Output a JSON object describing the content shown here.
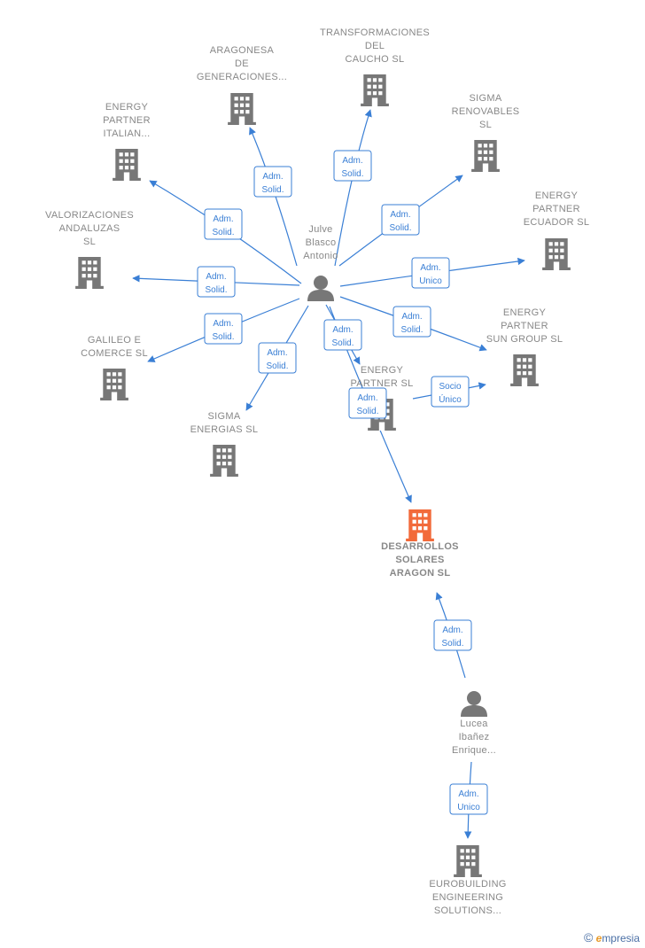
{
  "colors": {
    "edge": "#3a7fd5",
    "company": "#777777",
    "focus": "#f26a3a",
    "person": "#777777"
  },
  "nodes": [
    {
      "id": "julve",
      "type": "person",
      "label": [
        "Julve",
        "Blasco",
        "Antonio"
      ]
    },
    {
      "id": "lucea",
      "type": "person",
      "label": [
        "Lucea",
        "Ibañez",
        "Enrique..."
      ]
    },
    {
      "id": "desarrollos",
      "type": "focus",
      "label": [
        "DESARROLLOS",
        "SOLARES",
        "ARAGON  SL"
      ]
    },
    {
      "id": "aragonesa",
      "type": "company",
      "label": [
        "ARAGONESA",
        "DE",
        "GENERACIONES..."
      ]
    },
    {
      "id": "transformaciones",
      "type": "company",
      "label": [
        "TRANSFORMACIONES",
        "DEL",
        "CAUCHO  SL"
      ]
    },
    {
      "id": "sigma_renovables",
      "type": "company",
      "label": [
        "SIGMA",
        "RENOVABLES",
        "SL"
      ]
    },
    {
      "id": "ep_italian",
      "type": "company",
      "label": [
        "ENERGY",
        "PARTNER",
        "ITALIAN..."
      ]
    },
    {
      "id": "ep_ecuador",
      "type": "company",
      "label": [
        "ENERGY",
        "PARTNER",
        "ECUADOR SL"
      ]
    },
    {
      "id": "valorizaciones",
      "type": "company",
      "label": [
        "VALORIZACIONES",
        "ANDALUZAS",
        "SL"
      ]
    },
    {
      "id": "ep_sun",
      "type": "company",
      "label": [
        "ENERGY",
        "PARTNER",
        "SUN GROUP SL"
      ]
    },
    {
      "id": "galileo",
      "type": "company",
      "label": [
        "GALILEO E",
        "COMERCE  SL"
      ]
    },
    {
      "id": "ep_sl",
      "type": "company",
      "label": [
        "ENERGY",
        "PARTNER  SL"
      ]
    },
    {
      "id": "sigma_energias",
      "type": "company",
      "label": [
        "SIGMA",
        "ENERGIAS  SL"
      ]
    },
    {
      "id": "eurobuilding",
      "type": "company",
      "label": [
        "EUROBUILDING",
        "ENGINEERING",
        "SOLUTIONS..."
      ]
    }
  ],
  "edges": [
    {
      "from": "julve",
      "to": "aragonesa",
      "role": [
        "Adm.",
        "Solid."
      ]
    },
    {
      "from": "julve",
      "to": "transformaciones",
      "role": [
        "Adm.",
        "Solid."
      ]
    },
    {
      "from": "julve",
      "to": "sigma_renovables",
      "role": [
        "Adm.",
        "Solid."
      ]
    },
    {
      "from": "julve",
      "to": "ep_italian",
      "role": [
        "Adm.",
        "Solid."
      ]
    },
    {
      "from": "julve",
      "to": "ep_ecuador",
      "role": [
        "Adm.",
        "Unico"
      ]
    },
    {
      "from": "julve",
      "to": "valorizaciones",
      "role": [
        "Adm.",
        "Solid."
      ]
    },
    {
      "from": "julve",
      "to": "ep_sun",
      "role": [
        "Adm.",
        "Solid."
      ]
    },
    {
      "from": "julve",
      "to": "galileo",
      "role": [
        "Adm.",
        "Solid."
      ]
    },
    {
      "from": "julve",
      "to": "sigma_energias",
      "role": [
        "Adm.",
        "Solid."
      ]
    },
    {
      "from": "julve",
      "to": "ep_sl",
      "role": [
        "Adm.",
        "Solid."
      ]
    },
    {
      "from": "julve",
      "to": "desarrollos",
      "role": [
        "Adm.",
        "Solid."
      ]
    },
    {
      "from": "ep_sl",
      "to": "ep_sun",
      "role": [
        "Socio",
        "Único"
      ]
    },
    {
      "from": "lucea",
      "to": "desarrollos",
      "role": [
        "Adm.",
        "Solid."
      ]
    },
    {
      "from": "lucea",
      "to": "eurobuilding",
      "role": [
        "Adm.",
        "Unico"
      ]
    }
  ],
  "watermark": {
    "copyright": "©",
    "brand_initial": "e",
    "brand_rest": "mpresia"
  }
}
